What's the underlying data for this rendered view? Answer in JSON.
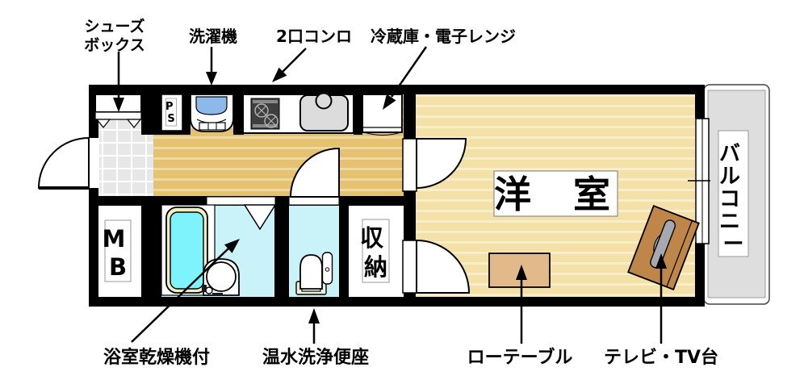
{
  "annotations": {
    "shoe_box": {
      "line1": "シューズ",
      "line2": "ボックス"
    },
    "washing_machine": "洗濯機",
    "two_burner_stove": "2口コンロ",
    "fridge_microwave": "冷蔵庫・電子レンジ",
    "bath_dryer": "浴室乾燥機付",
    "washlet_toilet": "温水洗浄便座",
    "low_table": "ローテーブル",
    "tv_stand": "テレビ・TV台"
  },
  "rooms": {
    "western_room": {
      "label": "洋室",
      "chars": [
        "洋",
        "室"
      ]
    },
    "balcony": {
      "label": "バルコニー",
      "chars": [
        "バ",
        "ル",
        "コ",
        "ニ",
        "ー"
      ]
    },
    "meter_box": {
      "label": "MB",
      "chars": [
        "M",
        "B"
      ]
    },
    "storage": {
      "label": "収納",
      "chars": [
        "収",
        "納"
      ]
    },
    "pipe_space": {
      "label": "PS",
      "chars": [
        "P",
        "S"
      ]
    }
  },
  "colors": {
    "wall": "#000000",
    "kitchen_floor": "#E4C272",
    "kitchen_floor_stripe": "#EFD9A2",
    "room_floor": "#F4E1A8",
    "room_floor_stripe": "#FAEDC9",
    "entrance_tile": "#E7E7E7",
    "bathroom_floor": "#C9F3F9",
    "bathtub_water": "#7FF3FB",
    "bathtub_rim": "#F2EDC4",
    "balcony": "#DEDEDE",
    "low_table": "#E2B98B",
    "tv_stand": "#BE8648",
    "tv": "#A8A8B0",
    "washer_tub": "#8CB8EA",
    "sink": "#DCDCDC",
    "stove": "#3F3F3F",
    "toilet_tank": "#EFEDD8"
  }
}
